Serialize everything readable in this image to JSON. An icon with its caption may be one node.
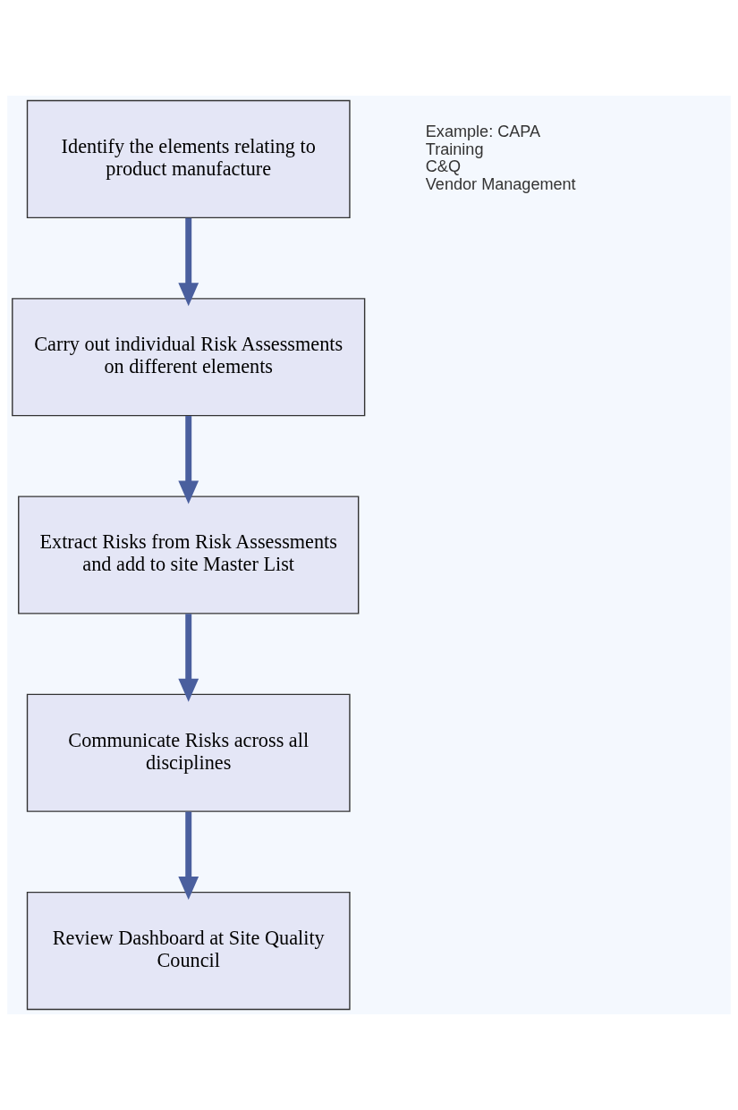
{
  "diagram": {
    "nodes": [
      {
        "text": [
          "Identify the elements relating to product manufacture"
        ]
      },
      {
        "text": [
          "Carry out individual Risk Assessments on different elements"
        ]
      },
      {
        "text": [
          "Extract Risks from Risk Assessments and add to site Master List"
        ]
      },
      {
        "text": [
          "Communicate Risks across all disciplines"
        ]
      },
      {
        "text": [
          "Review Dashboard at Site Quality Council"
        ]
      }
    ],
    "edges": [
      {
        "from": 0,
        "to": 1,
        "arrow": "to"
      },
      {
        "from": 1,
        "to": 2,
        "arrow": "to"
      },
      {
        "from": 2,
        "to": 3,
        "arrow": "to"
      },
      {
        "from": 3,
        "to": 4,
        "arrow": "to"
      }
    ],
    "labels": [
      "Example: CAPA",
      "Training",
      "C&Q",
      "Vendor Management"
    ]
  }
}
